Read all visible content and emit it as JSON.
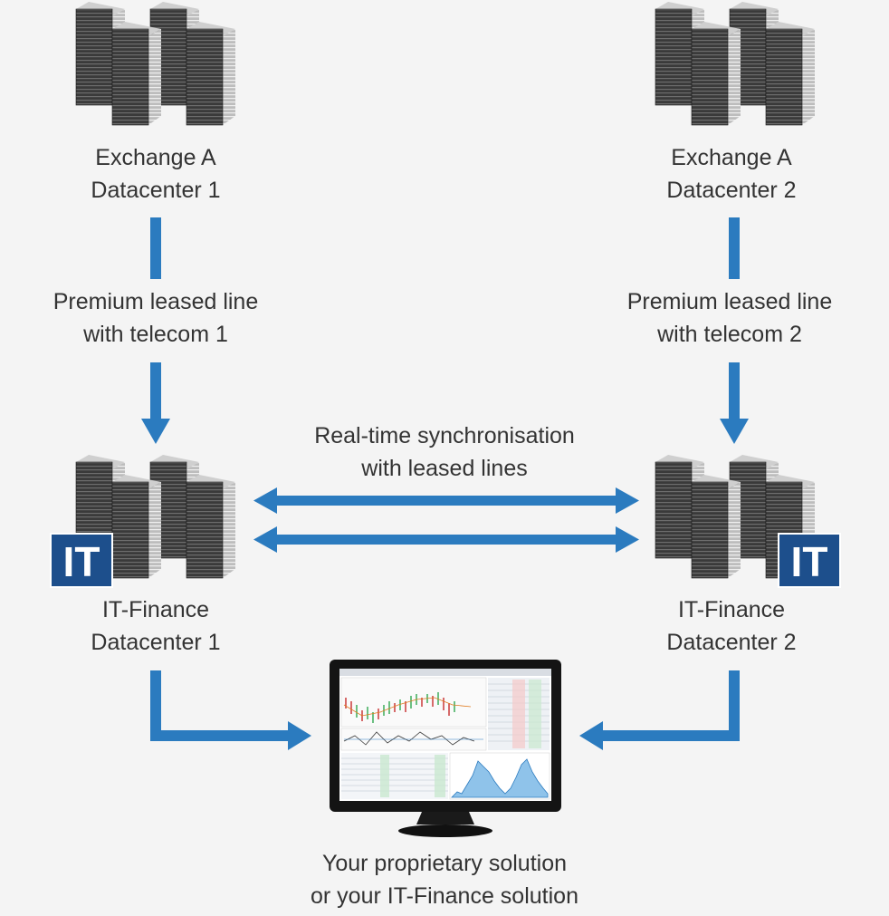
{
  "colors": {
    "arrow": "#2b7bbf",
    "text": "#333333",
    "it_badge": "#1d4f8c",
    "background": "#f4f4f4"
  },
  "nodes": {
    "exchange_a_dc1": {
      "line1": "Exchange A",
      "line2": "Datacenter 1",
      "icon": "server-rack-cluster-icon"
    },
    "exchange_a_dc2": {
      "line1": "Exchange A",
      "line2": "Datacenter 2",
      "icon": "server-rack-cluster-icon"
    },
    "it_finance_dc1": {
      "line1": "IT-Finance",
      "line2": "Datacenter 1",
      "icon": "server-rack-cluster-icon",
      "badge": "IT"
    },
    "it_finance_dc2": {
      "line1": "IT-Finance",
      "line2": "Datacenter 2",
      "icon": "server-rack-cluster-icon",
      "badge": "IT"
    },
    "client": {
      "line1": "Your proprietary solution",
      "line2": "or your IT-Finance solution",
      "icon": "trading-monitor-icon"
    }
  },
  "edges": {
    "leased_line_1": {
      "line1": "Premium leased line",
      "line2": "with telecom 1"
    },
    "leased_line_2": {
      "line1": "Premium leased line",
      "line2": "with telecom 2"
    },
    "sync": {
      "line1": "Real-time synchronisation",
      "line2": "with leased lines"
    }
  }
}
